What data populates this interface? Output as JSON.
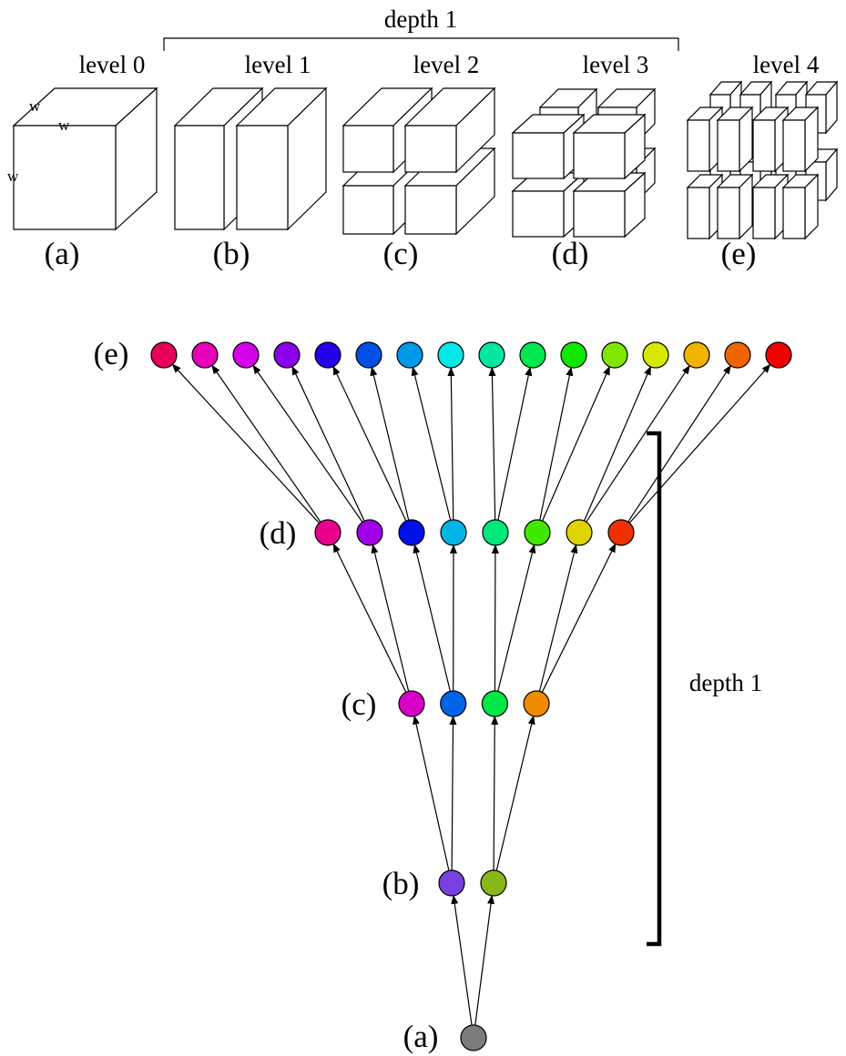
{
  "top": {
    "bracket_label": "depth 1",
    "level_labels": [
      "level 0",
      "level 1",
      "level 2",
      "level 3",
      "level 4"
    ],
    "captions": [
      "(a)",
      "(b)",
      "(c)",
      "(d)",
      "(e)"
    ],
    "w_labels": [
      "w",
      "w",
      "w"
    ]
  },
  "tree": {
    "row_labels": [
      "(e)",
      "(d)",
      "(c)",
      "(b)",
      "(a)"
    ],
    "depth_label": "depth 1",
    "node_colors": {
      "e": [
        "#e8005a",
        "#e800b8",
        "#d400e8",
        "#8a00e8",
        "#2400e8",
        "#0050e8",
        "#0098e8",
        "#00e8e8",
        "#00e8a0",
        "#00e850",
        "#10e800",
        "#80e800",
        "#d8e800",
        "#f0b400",
        "#f06400",
        "#f00000"
      ],
      "d": [
        "#e8008c",
        "#a000e8",
        "#0010e8",
        "#00b4e8",
        "#00e87c",
        "#40e800",
        "#e0d400",
        "#f03000"
      ],
      "c": [
        "#d800c4",
        "#0064e8",
        "#00e848",
        "#f08a00"
      ],
      "b": [
        "#7840e0",
        "#88b818"
      ],
      "a": [
        "#7c7c7c"
      ]
    }
  }
}
